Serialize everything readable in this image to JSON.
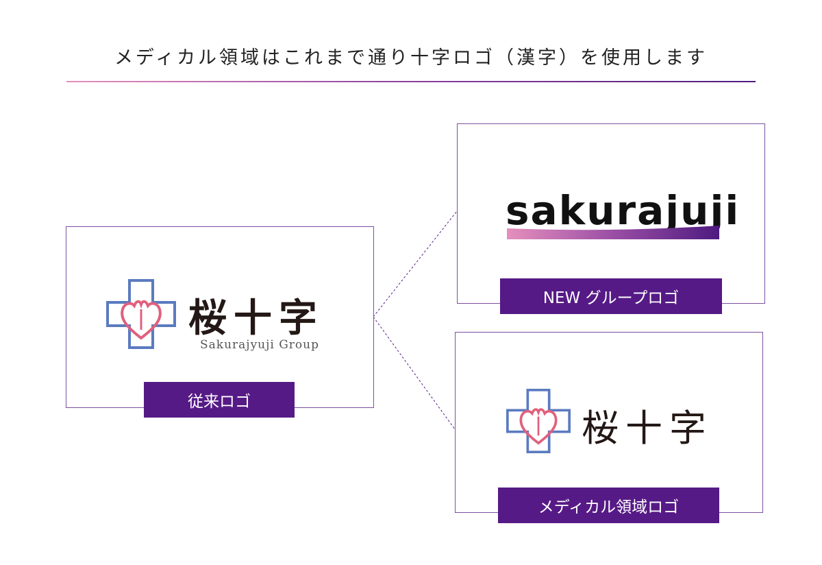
{
  "title": "メディカル領域はこれまで通り十字ロゴ（漢字）を使用します",
  "old_logo": {
    "kanji": "桜十字",
    "subtitle": "Sakurajyuji Group",
    "label": "従来ロゴ"
  },
  "new_logo": {
    "wordmark": "sakurajuji",
    "label": "NEW グループロゴ"
  },
  "medical_logo": {
    "kanji": "桜十字",
    "label": "メディカル領域ロゴ"
  },
  "colors": {
    "accent": "#561a86",
    "cross": "#5b7bc0",
    "heart": "#e0607e"
  }
}
